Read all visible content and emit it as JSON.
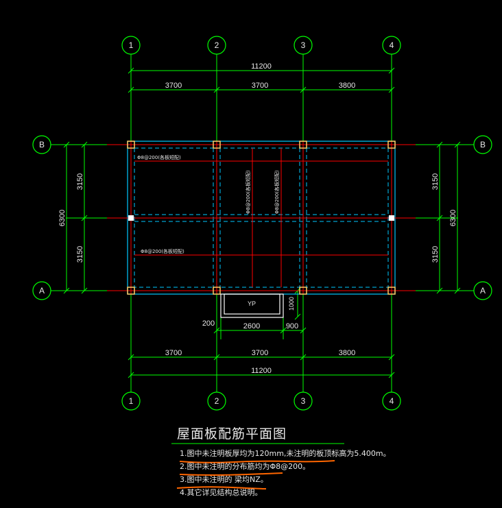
{
  "drawing": {
    "title": "屋面板配筋平面图",
    "column_axes": [
      "1",
      "2",
      "3",
      "4"
    ],
    "row_axes": [
      "B",
      "A"
    ],
    "top_total_dim": "11200",
    "top_bay_dims": [
      "3700",
      "3700",
      "3800"
    ],
    "bottom_bay_dims": [
      "3700",
      "3700",
      "3800"
    ],
    "bottom_total_dim": "11200",
    "left_total_dim": "6300",
    "left_bay_dims": [
      "3150",
      "3150"
    ],
    "right_total_dim": "6300",
    "right_bay_dims": [
      "3150",
      "3150"
    ],
    "canopy_label": "YP",
    "canopy_width_dim": "2600",
    "canopy_right_dim": "900",
    "canopy_left_dim": "200",
    "canopy_depth_dim": "1000",
    "rebar_note_top": "Φ8@200(各板短配)",
    "rebar_note_mid": "Φ8@200(各板短配)",
    "rebar_note_vert_1": "Φ8@200(各板短配)",
    "rebar_note_vert_2": "Φ8@200(各板短配)"
  },
  "notes": [
    "1.图中未注明板厚均为120mm,未注明的板顶标高为5.400m。",
    "2.图中未注明的分布筋均为Φ8@200。",
    "3.图中未注明的      梁均NZ。",
    "4.其它详见结构总说明。"
  ],
  "colors": {
    "axis_circle": "#00ff00",
    "dimension": "#00ff00",
    "beam_dashed": "#00c8ff",
    "rebar": "#ff0000",
    "column": "#ffcc66",
    "underline": "#ff6600",
    "text": "#e8e8e8"
  }
}
